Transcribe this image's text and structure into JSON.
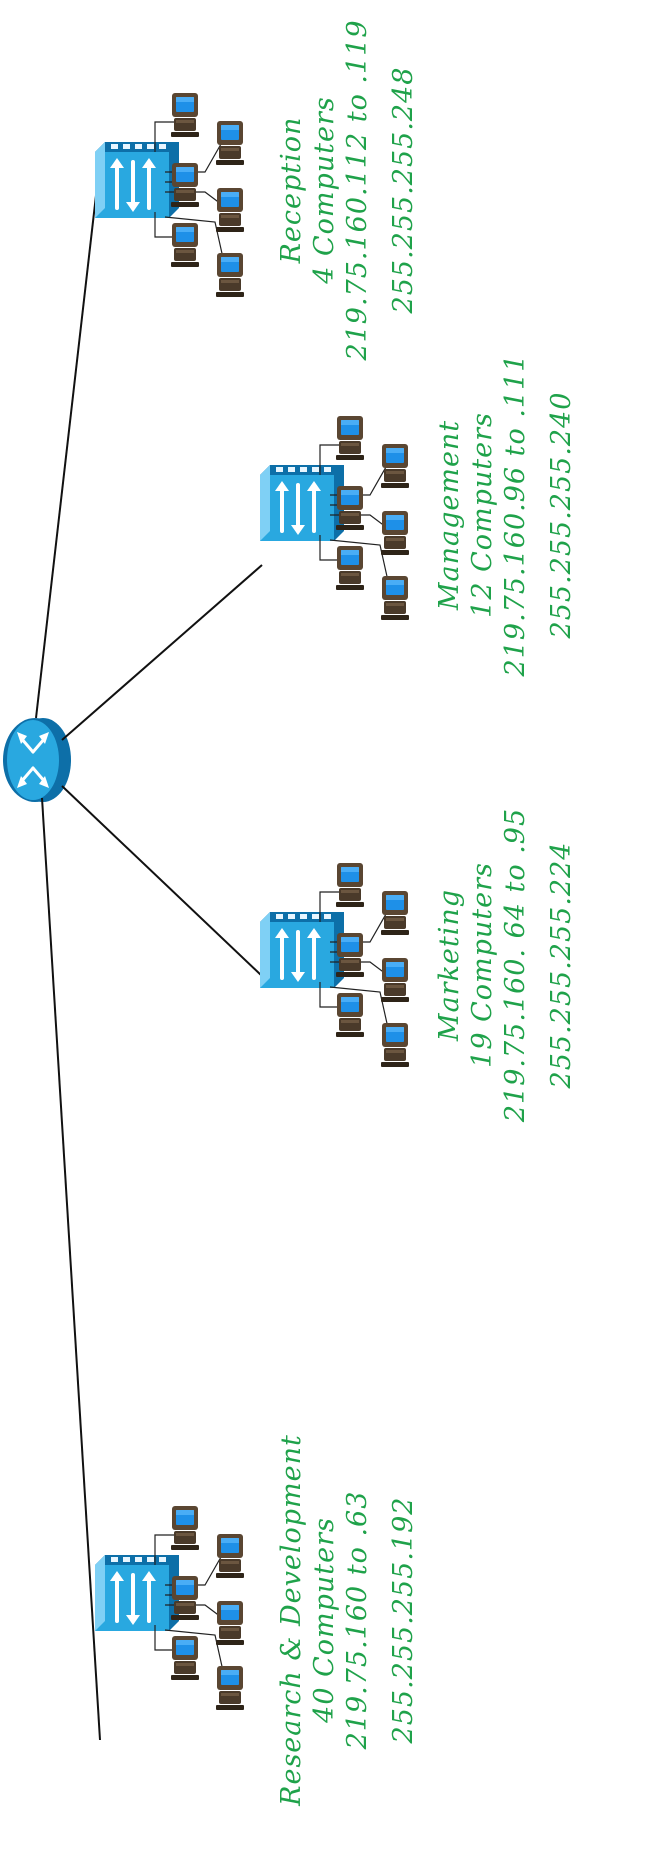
{
  "colors": {
    "label": "#1fa24a",
    "device_blue": "#29a8e0",
    "device_dark": "#0d6fa8",
    "monitor_screen": "#1e90e8",
    "pc_body": "#4a3a2a",
    "line": "#111111"
  },
  "router": {
    "icon": "router-icon"
  },
  "subnets": [
    {
      "id": "research",
      "name": "Research & Development",
      "computers": "40 Computers",
      "range": "219.75.160 to .63",
      "mask": "255.255.255.192"
    },
    {
      "id": "marketing",
      "name": "Marketing",
      "computers": "19 Computers",
      "range": "219.75.160. 64 to .95",
      "mask": "255.255.255.224"
    },
    {
      "id": "management",
      "name": "Management",
      "computers": "12 Computers",
      "range": "219.75.160.96 to .111",
      "mask": "255.255.255.240"
    },
    {
      "id": "reception",
      "name": "Reception",
      "computers": "4 Computers",
      "range": "219.75.160.112 to .119",
      "mask": "255.255.255.248"
    }
  ]
}
